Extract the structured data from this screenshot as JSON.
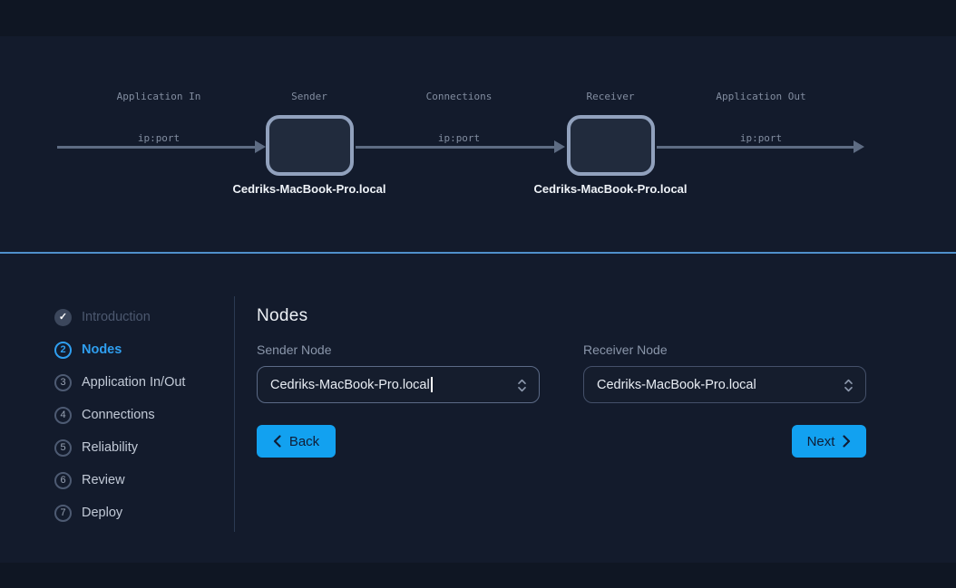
{
  "diagram": {
    "stage_labels": [
      "Application In",
      "Sender",
      "Connections",
      "Receiver",
      "Application Out"
    ],
    "edge_labels": [
      "ip:port",
      "ip:port",
      "ip:port"
    ],
    "sender_host": "Cedriks-MacBook-Pro.local",
    "receiver_host": "Cedriks-MacBook-Pro.local"
  },
  "wizard": {
    "steps": [
      {
        "marker": "✓",
        "label": "Introduction",
        "state": "done"
      },
      {
        "marker": "2",
        "label": "Nodes",
        "state": "active"
      },
      {
        "marker": "3",
        "label": "Application In/Out",
        "state": "todo"
      },
      {
        "marker": "4",
        "label": "Connections",
        "state": "todo"
      },
      {
        "marker": "5",
        "label": "Reliability",
        "state": "todo"
      },
      {
        "marker": "6",
        "label": "Review",
        "state": "todo"
      },
      {
        "marker": "7",
        "label": "Deploy",
        "state": "todo"
      }
    ]
  },
  "main": {
    "title": "Nodes",
    "sender_field": {
      "label": "Sender Node",
      "value": "Cedriks-MacBook-Pro.local"
    },
    "receiver_field": {
      "label": "Receiver Node",
      "value": "Cedriks-MacBook-Pro.local"
    },
    "back_label": "Back",
    "next_label": "Next"
  },
  "colors": {
    "accent_button_blue": "#12a1f0",
    "active_step_blue": "#2f9ff0",
    "section_divider_blue": "#4f90cb",
    "node_border": "#91a1bd",
    "background": "#131b2c"
  }
}
